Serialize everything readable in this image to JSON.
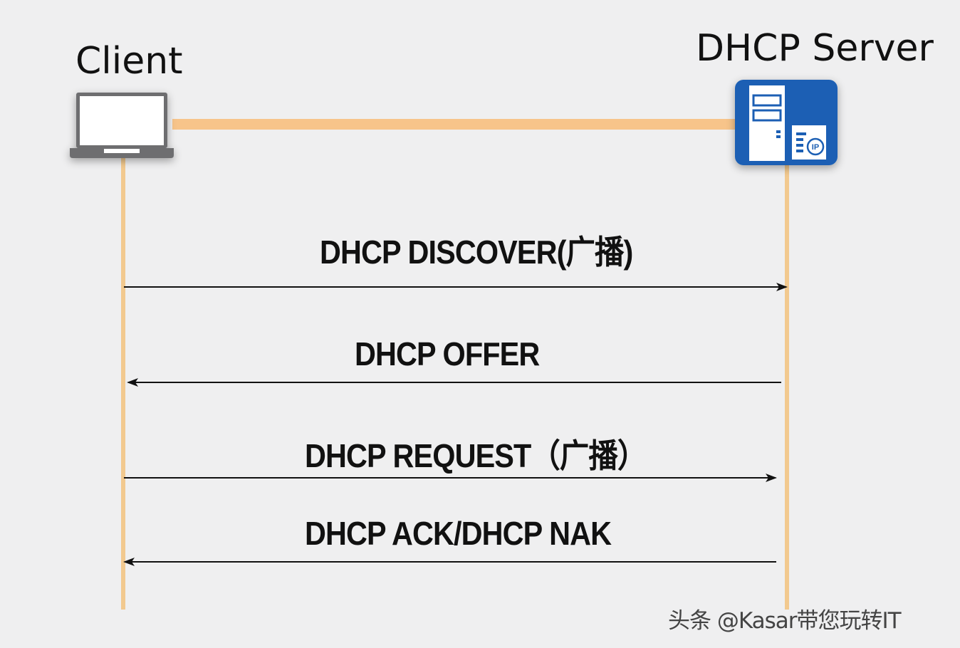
{
  "participants": {
    "client": "Client",
    "server": "DHCP Server"
  },
  "messages": [
    {
      "label": "DHCP DISCOVER(广播)",
      "direction": "client-to-server"
    },
    {
      "label": "DHCP OFFER",
      "direction": "server-to-client"
    },
    {
      "label": "DHCP REQUEST（广播）",
      "direction": "client-to-server"
    },
    {
      "label": "DHCP ACK/DHCP NAK",
      "direction": "server-to-client"
    }
  ],
  "watermark": "头条 @Kasar带您玩转IT",
  "colors": {
    "background": "#efeff0",
    "lifeline": "#f2c98f",
    "connection": "#f7c48a",
    "server_icon": "#1a5fb4",
    "arrow": "#111111"
  },
  "icons": {
    "client": "laptop-icon",
    "server": "dhcp-server-icon"
  }
}
